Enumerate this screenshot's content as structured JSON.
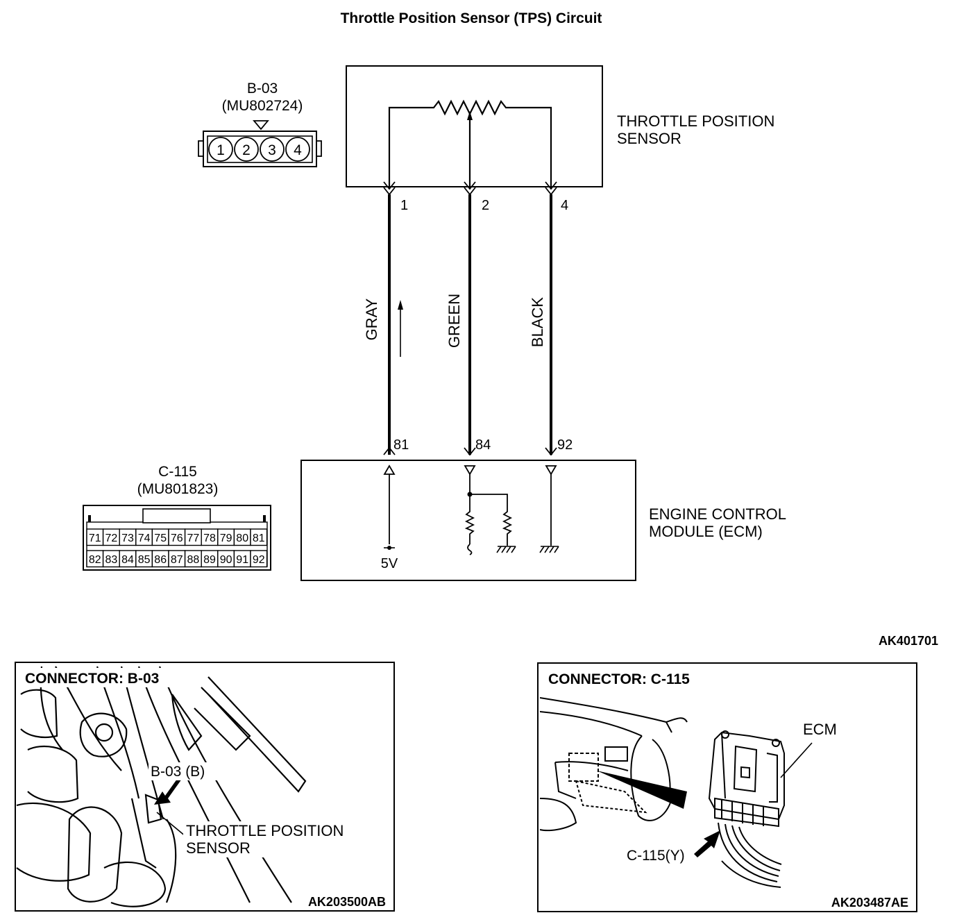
{
  "title": "Throttle Position Sensor (TPS) Circuit",
  "sensor": {
    "label_line1": "THROTTLE POSITION",
    "label_line2": "SENSOR",
    "pins": [
      "1",
      "2",
      "4"
    ]
  },
  "ecm": {
    "label_line1": "ENGINE CONTROL",
    "label_line2": "MODULE (ECM)",
    "pins": [
      "81",
      "84",
      "92"
    ],
    "supply_label": "5V"
  },
  "wires": [
    "GRAY",
    "GREEN",
    "BLACK"
  ],
  "connector_b03": {
    "name": "B-03",
    "part": "(MU802724)",
    "pins": [
      "1",
      "2",
      "3",
      "4"
    ]
  },
  "connector_c115": {
    "name": "C-115",
    "part": "(MU801823)",
    "row1": [
      "71",
      "72",
      "73",
      "74",
      "75",
      "76",
      "77",
      "78",
      "79",
      "80",
      "81"
    ],
    "row2": [
      "82",
      "83",
      "84",
      "85",
      "86",
      "87",
      "88",
      "89",
      "90",
      "91",
      "92"
    ]
  },
  "figure_code": "AK401701",
  "photo_left": {
    "title": "CONNECTOR: B-03",
    "callout": "B-03 (B)",
    "label_line1": "THROTTLE POSITION",
    "label_line2": "SENSOR",
    "code": "AK203500AB"
  },
  "photo_right": {
    "title": "CONNECTOR: C-115",
    "ecm_label": "ECM",
    "callout": "C-115(Y)",
    "code": "AK203487AE"
  }
}
